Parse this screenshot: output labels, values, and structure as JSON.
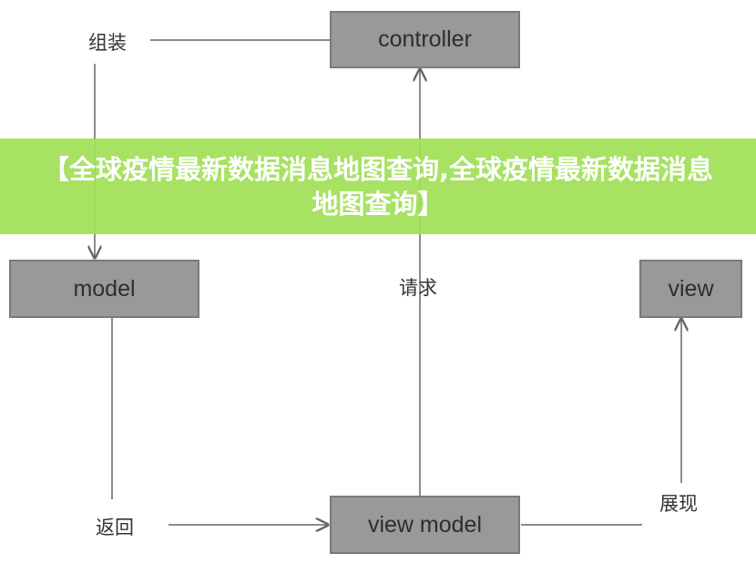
{
  "nodes": {
    "controller": "controller",
    "model": "model",
    "view": "view",
    "view_model": "view model"
  },
  "edges": {
    "assemble": "组装",
    "request": "请求",
    "return": "返回",
    "present": "展现"
  },
  "banner": {
    "title": "【全球疫情最新数据消息地图查询,全球疫情最新数据消息地图查询】"
  }
}
